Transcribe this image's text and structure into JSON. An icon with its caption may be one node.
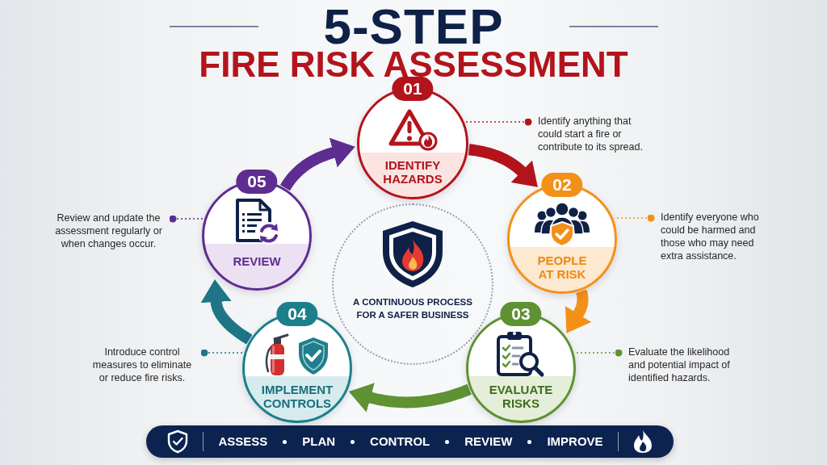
{
  "diagram": {
    "title": "5-STEP",
    "nodes": [
      {
        "text": [
          "01",
          "IDENTIFY HAZARDS"
        ]
      },
      {
        "text": [
          "Identify anything that could start a fire or contribute to its spread."
        ]
      },
      {
        "text": [
          "02",
          "PEOPLE AT RISK"
        ]
      },
      {
        "text": [
          "Identify everyone who could be harmed and those who may need extra assistance."
        ]
      },
      {
        "text": [
          "03",
          "EVALUATE RISKS"
        ]
      },
      {
        "text": [
          "Evaluate the likelihood and potential impact of identified hazards."
        ]
      },
      {
        "text": [
          "04",
          "IMPLEMENT CONTROLS"
        ]
      },
      {
        "text": [
          "Introduce control measures to eliminate or reduce fire risks."
        ]
      },
      {
        "text": [
          "05",
          "REVIEW"
        ]
      },
      {
        "text": [
          "Review and update the assessment regularly or when changes occur."
        ]
      },
      {
        "text": [
          "A CONTINUOUS PROCESS FOR A SAFER BUSINESS"
        ]
      },
      {
        "text": [
          "ASSESS",
          "PLAN",
          "CONTROL",
          "REVIEW",
          "IMPROVE"
        ]
      }
    ],
    "edges": [
      {
        "from": 0,
        "to": 2,
        "arrow": "to",
        "style": "thick",
        "color": "#b3141c"
      },
      {
        "from": 2,
        "to": 4,
        "arrow": "to",
        "style": "thick",
        "color": "#f39018"
      },
      {
        "from": 4,
        "to": 6,
        "arrow": "to",
        "style": "thick",
        "color": "#5e9233"
      },
      {
        "from": 6,
        "to": 8,
        "arrow": "to",
        "style": "thick",
        "color": "#1d7586"
      },
      {
        "from": 8,
        "to": 0,
        "arrow": "to",
        "style": "thick",
        "color": "#5e2d91"
      },
      {
        "from": 1,
        "to": 0,
        "arrow": "other",
        "style": "dashed",
        "color": "#b3141c"
      },
      {
        "from": 3,
        "to": 2,
        "arrow": "other",
        "style": "dashed",
        "color": "#f39018"
      },
      {
        "from": 5,
        "to": 4,
        "arrow": "other",
        "style": "dashed",
        "color": "#5e9233"
      },
      {
        "from": 7,
        "to": 6,
        "arrow": "other",
        "style": "dashed",
        "color": "#1d7586"
      },
      {
        "from": 9,
        "to": 8,
        "arrow": "other",
        "style": "dashed",
        "color": "#5e2d91"
      }
    ],
    "labels": [
      "FIRE RISK ASSESSMENT"
    ]
  }
}
